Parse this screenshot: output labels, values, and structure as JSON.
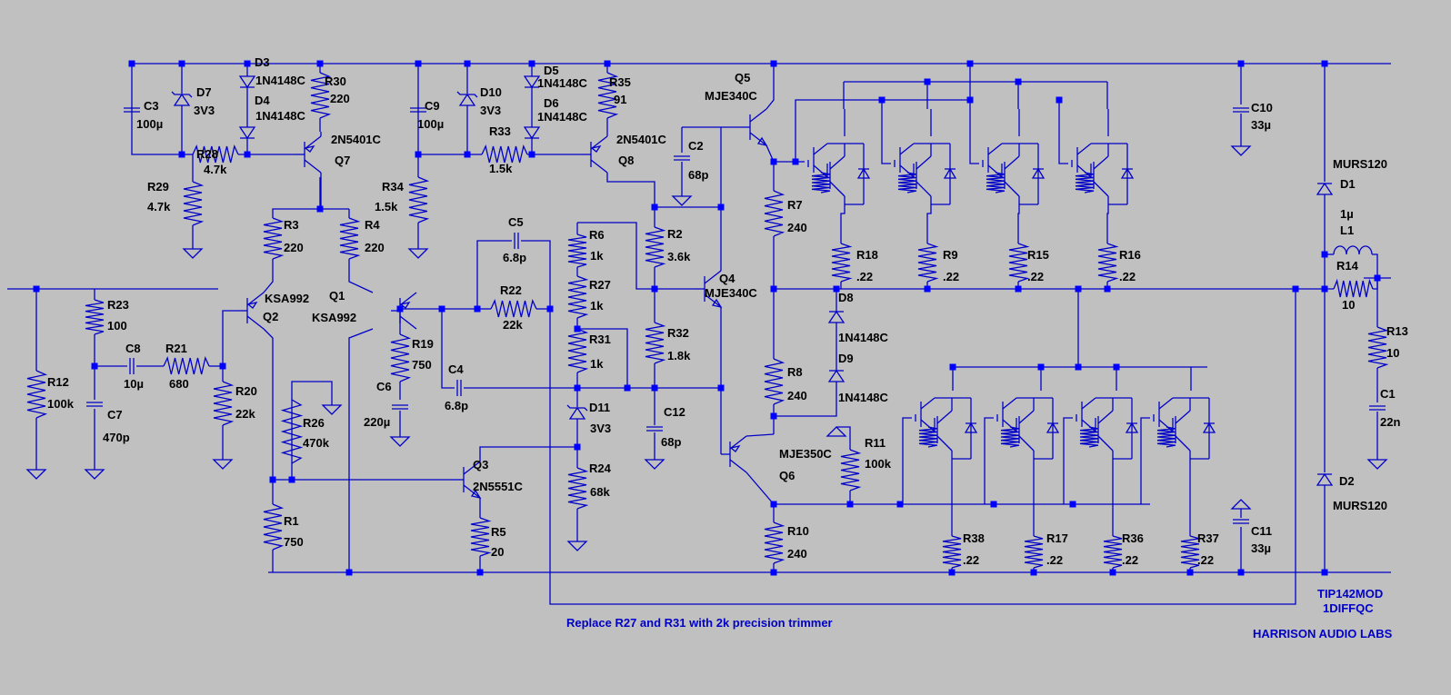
{
  "title_block": {
    "line1": "TIP142MOD",
    "line2": "1DIFFQC",
    "company": "HARRISON AUDIO LABS"
  },
  "note": "Replace R27 and R31 with 2k precision trimmer",
  "labels": {
    "C3": {
      "ref": "C3",
      "val": "100µ"
    },
    "D7": {
      "ref": "D7",
      "val": "3V3"
    },
    "D3": {
      "ref": "D3",
      "val": "1N4148C"
    },
    "D4": {
      "ref": "D4",
      "val": "1N4148C"
    },
    "R30": {
      "ref": "R30",
      "val": "220"
    },
    "R28": {
      "ref": "R28",
      "val": "4.7k"
    },
    "R29": {
      "ref": "R29",
      "val": "4.7k"
    },
    "Q7": {
      "ref": "Q7",
      "val": "2N5401C"
    },
    "C9": {
      "ref": "C9",
      "val": "100µ"
    },
    "D10": {
      "ref": "D10",
      "val": "3V3"
    },
    "D5": {
      "ref": "D5",
      "val": "1N4148C"
    },
    "D6": {
      "ref": "D6",
      "val": "1N4148C"
    },
    "R35": {
      "ref": "R35",
      "val": "91"
    },
    "R33": {
      "ref": "R33",
      "val": "1.5k"
    },
    "R34": {
      "ref": "R34",
      "val": "1.5k"
    },
    "Q8": {
      "ref": "Q8",
      "val": "2N5401C"
    },
    "C2": {
      "ref": "C2",
      "val": "68p"
    },
    "Q5": {
      "ref": "Q5",
      "val": "MJE340C"
    },
    "C10": {
      "ref": "C10",
      "val": "33µ"
    },
    "D1": {
      "ref": "D1",
      "val": "MURS120"
    },
    "L1": {
      "ref": "L1",
      "val": "1µ"
    },
    "R14": {
      "ref": "R14",
      "val": "10"
    },
    "R13": {
      "ref": "R13",
      "val": "10"
    },
    "C1": {
      "ref": "C1",
      "val": "22n"
    },
    "D2": {
      "ref": "D2",
      "val": "MURS120"
    },
    "R3": {
      "ref": "R3",
      "val": "220"
    },
    "R4": {
      "ref": "R4",
      "val": "220"
    },
    "Q2": {
      "ref": "Q2",
      "val": "KSA992"
    },
    "Q1": {
      "ref": "Q1",
      "val": "KSA992"
    },
    "R23": {
      "ref": "R23",
      "val": "100"
    },
    "C8": {
      "ref": "C8",
      "val": "10µ"
    },
    "R21": {
      "ref": "R21",
      "val": "680"
    },
    "R12": {
      "ref": "R12",
      "val": "100k"
    },
    "C7": {
      "ref": "C7",
      "val": "470p"
    },
    "R20": {
      "ref": "R20",
      "val": "22k"
    },
    "R26": {
      "ref": "R26",
      "val": "470k"
    },
    "R19": {
      "ref": "R19",
      "val": "750"
    },
    "C6": {
      "ref": "C6",
      "val": "220µ"
    },
    "C5": {
      "ref": "C5",
      "val": "6.8p"
    },
    "R22": {
      "ref": "R22",
      "val": "22k"
    },
    "C4": {
      "ref": "C4",
      "val": "6.8p"
    },
    "R6": {
      "ref": "R6",
      "val": "1k"
    },
    "R27": {
      "ref": "R27",
      "val": "1k"
    },
    "R31": {
      "ref": "R31",
      "val": "1k"
    },
    "D11": {
      "ref": "D11",
      "val": "3V3"
    },
    "R24": {
      "ref": "R24",
      "val": "68k"
    },
    "R2": {
      "ref": "R2",
      "val": "3.6k"
    },
    "Q4": {
      "ref": "Q4",
      "val": "MJE340C"
    },
    "R32": {
      "ref": "R32",
      "val": "1.8k"
    },
    "C12": {
      "ref": "C12",
      "val": "68p"
    },
    "R7": {
      "ref": "R7",
      "val": "240"
    },
    "R18": {
      "ref": "R18",
      "val": ".22"
    },
    "R9": {
      "ref": "R9",
      "val": ".22"
    },
    "R15": {
      "ref": "R15",
      "val": ".22"
    },
    "R16": {
      "ref": "R16",
      "val": ".22"
    },
    "D8": {
      "ref": "D8",
      "val": "1N4148C"
    },
    "D9": {
      "ref": "D9",
      "val": "1N4148C"
    },
    "R8": {
      "ref": "R8",
      "val": "240"
    },
    "Q6": {
      "ref": "Q6",
      "val": "MJE350C"
    },
    "R11": {
      "ref": "R11",
      "val": "100k"
    },
    "R10": {
      "ref": "R10",
      "val": "240"
    },
    "Q3": {
      "ref": "Q3",
      "val": "2N5551C"
    },
    "R5": {
      "ref": "R5",
      "val": "20"
    },
    "R1": {
      "ref": "R1",
      "val": "750"
    },
    "R38": {
      "ref": "R38",
      "val": ".22"
    },
    "R17": {
      "ref": "R17",
      "val": ".22"
    },
    "R36": {
      "ref": "R36",
      "val": ".22"
    },
    "R37": {
      "ref": "R37",
      "val": ".22"
    },
    "C11": {
      "ref": "C11",
      "val": "33µ"
    }
  },
  "colors": {
    "background": "#c0c0c0",
    "wire": "#0000c8",
    "node": "#0000ff",
    "text": "#000000"
  }
}
